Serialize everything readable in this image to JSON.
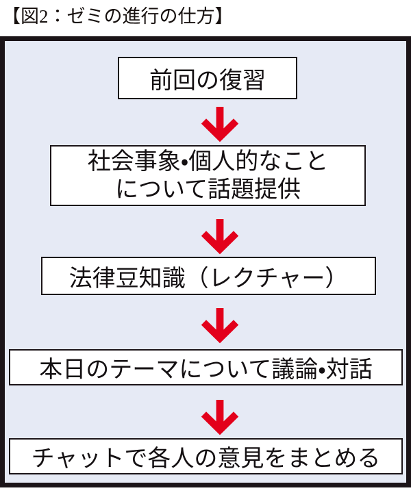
{
  "figure": {
    "caption": "【図2：ゼミの進行の仕方】",
    "panel_background": "#E6EAF5",
    "frame_color": "#1B1418",
    "box_fill": "#FFFFFF",
    "box_border_color": "#1B1418",
    "arrow_color": "#E3001B",
    "text_color": "#141012"
  },
  "flow": {
    "steps": [
      {
        "id": "step-1",
        "label": "前回の復習"
      },
      {
        "id": "step-2",
        "label": "社会事象・個人的なこと\nについて話題提供"
      },
      {
        "id": "step-3",
        "label": "法律豆知識（レクチャー）"
      },
      {
        "id": "step-4",
        "label": "本日のテーマについて議論・対話"
      },
      {
        "id": "step-5",
        "label": "チャットで各人の意見をまとめる"
      }
    ],
    "connectors": [
      {
        "id": "arrow-1",
        "icon": "arrow-down-icon",
        "from": "step-1",
        "to": "step-2"
      },
      {
        "id": "arrow-2",
        "icon": "arrow-down-icon",
        "from": "step-2",
        "to": "step-3"
      },
      {
        "id": "arrow-3",
        "icon": "arrow-down-icon",
        "from": "step-3",
        "to": "step-4"
      },
      {
        "id": "arrow-4",
        "icon": "arrow-down-icon",
        "from": "step-4",
        "to": "step-5"
      }
    ]
  }
}
